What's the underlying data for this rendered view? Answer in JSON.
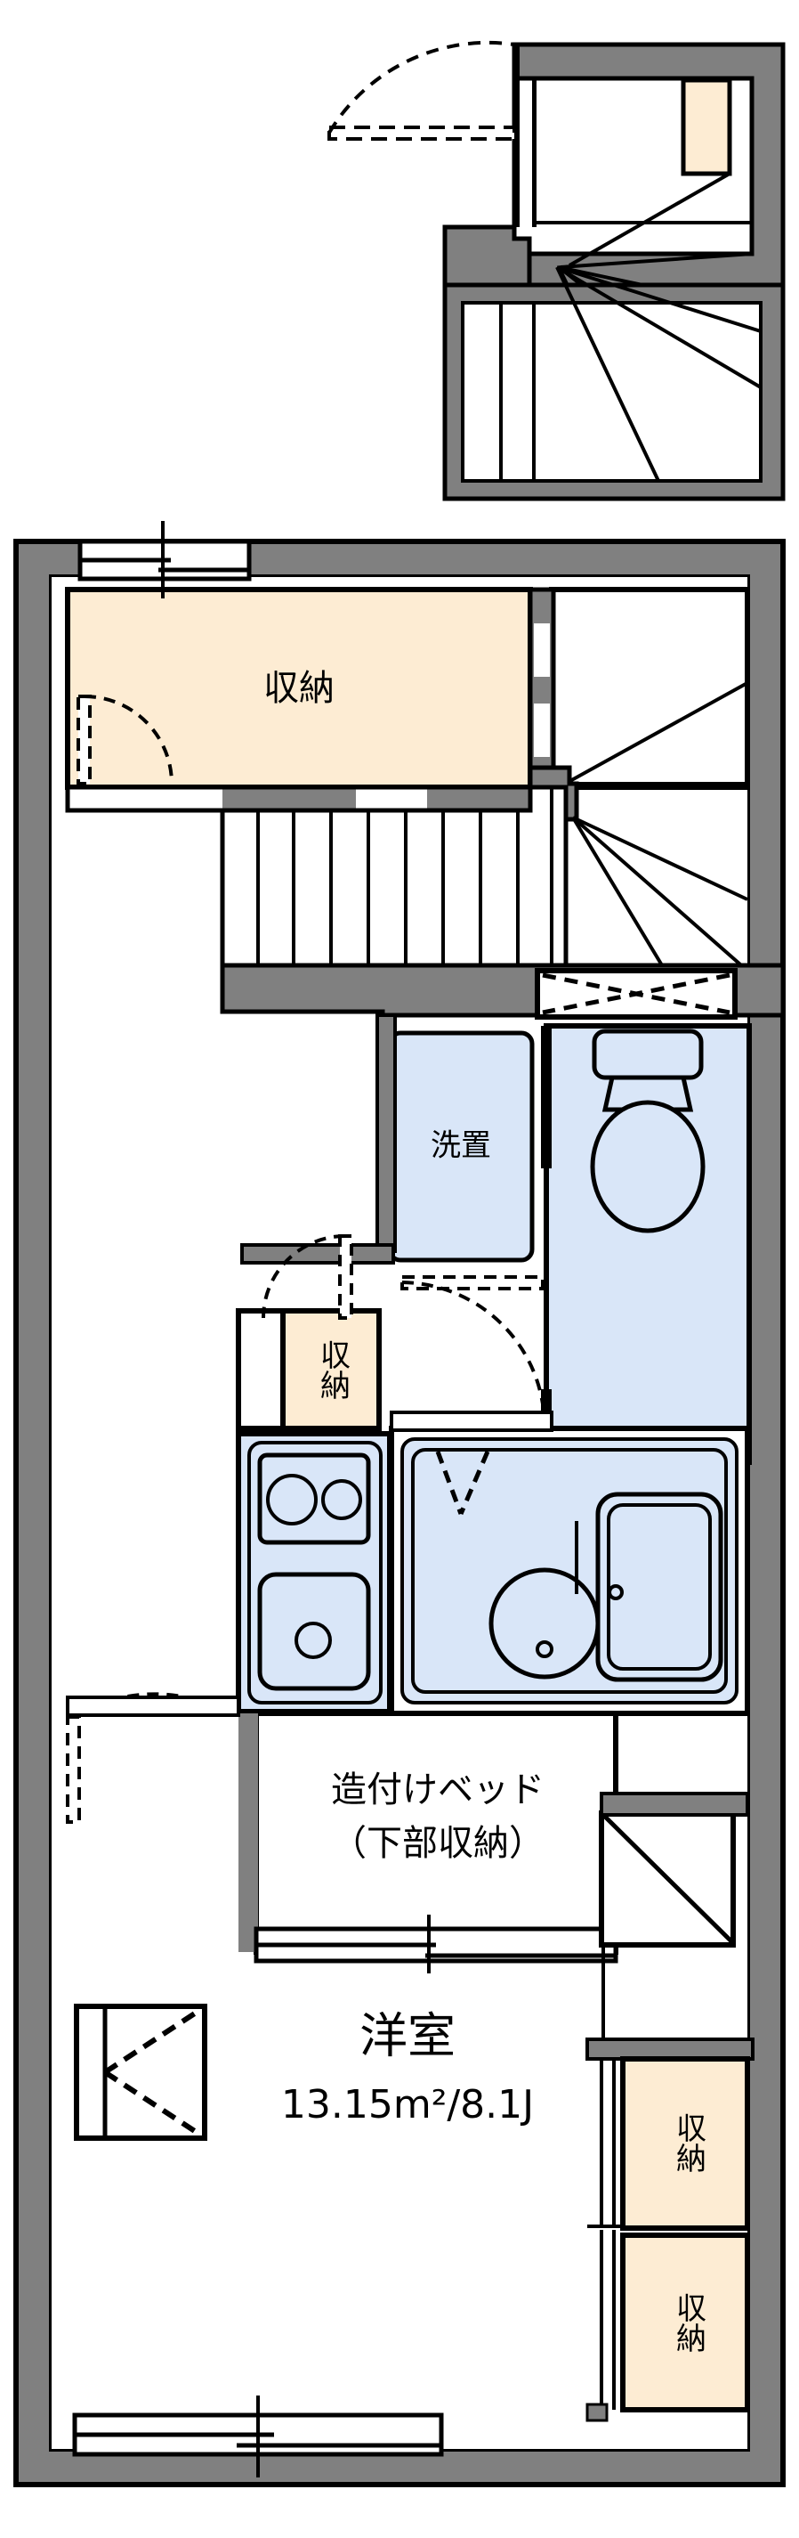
{
  "plan": {
    "title_room": "洋室",
    "area_text": "13.15m²/8.1J",
    "area_value_sqm": "13.15",
    "area_value_jo": "8.1",
    "colors": {
      "wall_fill": "#808080",
      "wall_stroke": "#000000",
      "storage_fill": "#fdecd3",
      "water_fill": "#d9e6f8",
      "floor_fill": "#ffffff",
      "line": "#000000",
      "page_background": "#ffffff"
    }
  },
  "labels": {
    "storage_top": "収納",
    "washer_place": "洗置",
    "storage_kitchen": "収納",
    "builtin_bed_line1": "造付けベッド",
    "builtin_bed_line2": "（下部収納）",
    "room_name": "洋室",
    "room_area": "13.15m²/8.1J",
    "storage_lower_1": "収納",
    "storage_lower_2": "収納"
  },
  "rooms": [
    {
      "key": "entrance_stair_inset",
      "name": "玄関・階段（上部別区画）",
      "label": ""
    },
    {
      "key": "storage_top",
      "name": "収納",
      "label": "収納"
    },
    {
      "key": "stairs_main",
      "name": "階段",
      "label": ""
    },
    {
      "key": "washer_place",
      "name": "洗濯機置場",
      "label": "洗置"
    },
    {
      "key": "toilet",
      "name": "トイレ",
      "label": ""
    },
    {
      "key": "kitchen",
      "name": "キッチン",
      "label": ""
    },
    {
      "key": "storage_kitchen",
      "name": "収納",
      "label": "収納"
    },
    {
      "key": "unit_bath",
      "name": "ユニットバス",
      "label": ""
    },
    {
      "key": "builtin_bed",
      "name": "造付けベッド",
      "label": "造付けベッド（下部収納）"
    },
    {
      "key": "main_room",
      "name": "洋室",
      "label": "洋室 13.15m²/8.1J"
    },
    {
      "key": "storage_lower_1",
      "name": "収納",
      "label": "収納"
    },
    {
      "key": "storage_lower_2",
      "name": "収納",
      "label": "収納"
    }
  ],
  "fixtures": [
    {
      "key": "toilet-fixture",
      "name": "洋式便器"
    },
    {
      "key": "bathtub",
      "name": "浴槽"
    },
    {
      "key": "bath-washbasin",
      "name": "洗面器"
    },
    {
      "key": "kitchen-stove",
      "name": "2口コンロ"
    },
    {
      "key": "kitchen-sink",
      "name": "流し台"
    },
    {
      "key": "entrance-door",
      "name": "玄関ドア"
    },
    {
      "key": "window-top",
      "name": "窓"
    },
    {
      "key": "window-toilet",
      "name": "窓"
    },
    {
      "key": "window-room-left",
      "name": "窓"
    },
    {
      "key": "window-room-bottom",
      "name": "掃出窓"
    }
  ]
}
